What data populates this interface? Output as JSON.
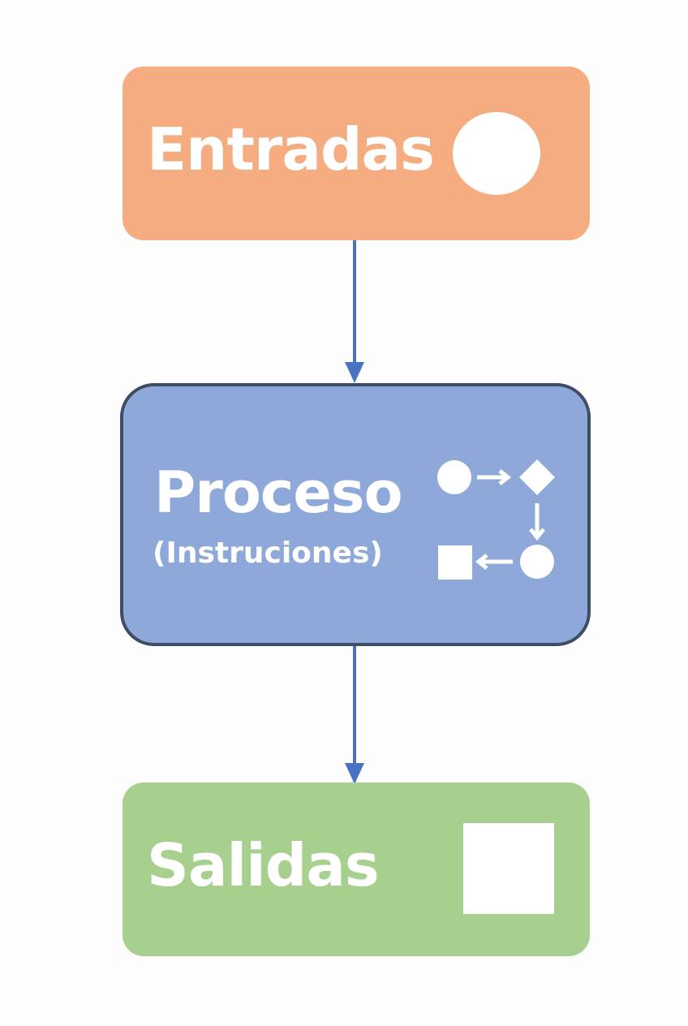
{
  "diagram": {
    "nodes": {
      "entradas": {
        "label": "Entradas",
        "icon": "circle-icon",
        "color": "#f4ac80"
      },
      "proceso": {
        "label": "Proceso",
        "sublabel": "(Instruciones)",
        "icon": "process-flow-icon",
        "color": "#8ea8d9",
        "border_color": "#3e4c66"
      },
      "salidas": {
        "label": "Salidas",
        "icon": "square-icon",
        "color": "#a7cf8d"
      }
    },
    "edges": [
      {
        "from": "Entradas",
        "to": "Proceso"
      },
      {
        "from": "Proceso",
        "to": "Salidas"
      }
    ],
    "arrow_color": "#4a72c2"
  }
}
